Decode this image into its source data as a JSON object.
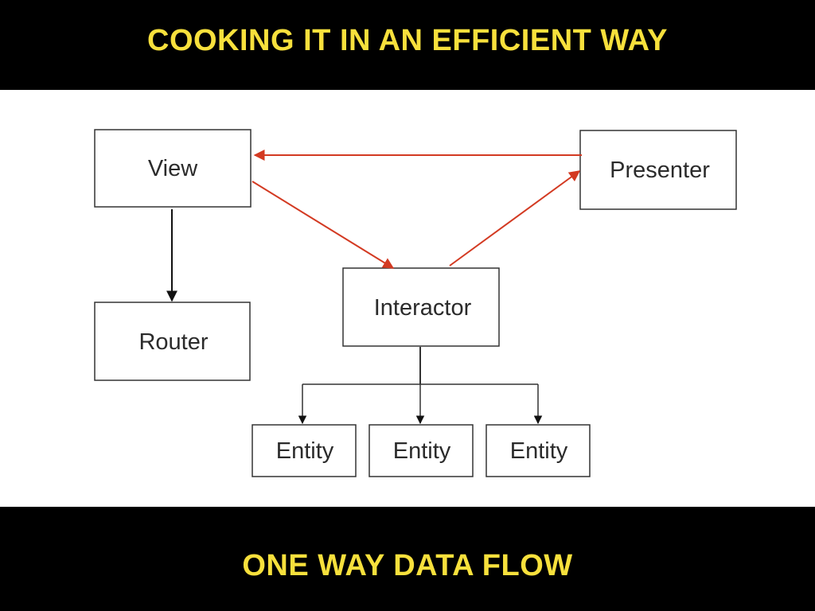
{
  "slide": {
    "title": "COOKING IT IN AN EFFICIENT WAY",
    "footer": "ONE WAY DATA FLOW"
  },
  "diagram": {
    "nodes": {
      "view": "View",
      "presenter": "Presenter",
      "interactor": "Interactor",
      "router": "Router",
      "entity_1": "Entity",
      "entity_2": "Entity",
      "entity_3": "Entity"
    }
  },
  "colors": {
    "title_text": "#f7e03c",
    "background": "#000000",
    "panel": "#ffffff",
    "flow_arrow": "#d33a22",
    "structure_arrow": "#111111"
  }
}
